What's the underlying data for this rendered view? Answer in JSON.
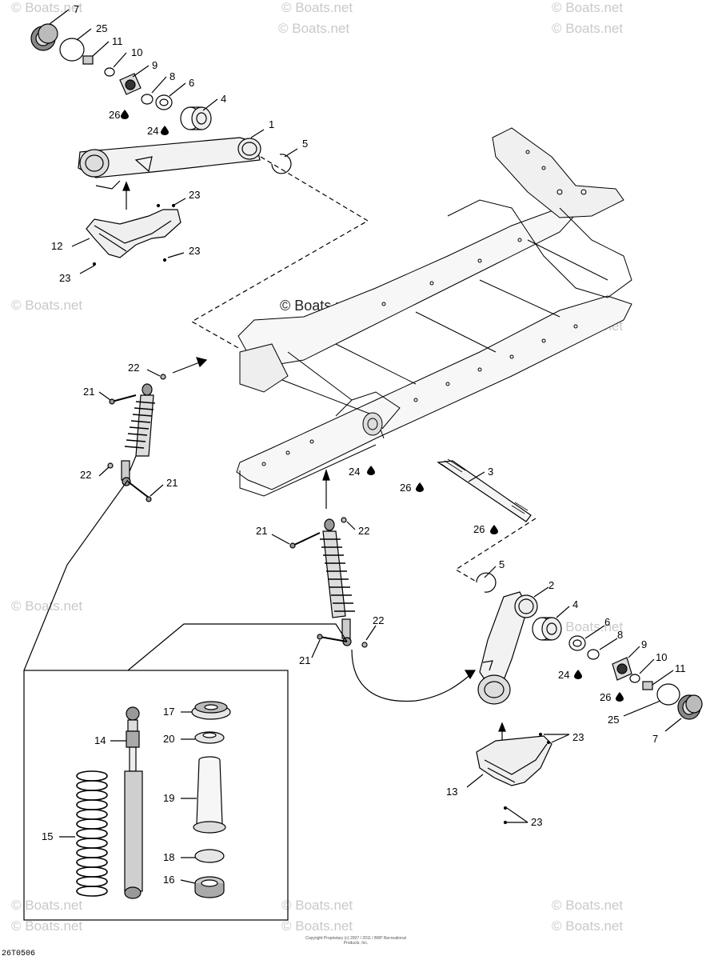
{
  "watermark": "© Boats.net",
  "drawing_code": "26T0506",
  "copyright": "Copyright\nProprietary (c) 2007 / 2011 / BRP Recreational Products, Inc.",
  "callouts": {
    "c7a": "7",
    "c25a": "25",
    "c11a": "11",
    "c10a": "10",
    "c9a": "9",
    "c8a": "8",
    "c6a": "6",
    "c4a": "4",
    "c26a": "26",
    "c24a": "24",
    "c1": "1",
    "c5a": "5",
    "c23a": "23",
    "c12": "12",
    "c23b": "23",
    "c23c": "23",
    "c22a": "22",
    "c21a": "21",
    "c22b": "22",
    "c21b": "21",
    "c24b": "24",
    "c3": "3",
    "c26b": "26",
    "c26c": "26",
    "c21c": "21",
    "c22c": "22",
    "c22d": "22",
    "c21d": "21",
    "c5b": "5",
    "c2": "2",
    "c4b": "4",
    "c6b": "6",
    "c8b": "8",
    "c9b": "9",
    "c10b": "10",
    "c11b": "11",
    "c24c": "24",
    "c26d": "26",
    "c25b": "25",
    "c7b": "7",
    "c23d": "23",
    "c13": "13",
    "c23e": "23",
    "c17": "17",
    "c14": "14",
    "c20": "20",
    "c19": "19",
    "c15": "15",
    "c18": "18",
    "c16": "16"
  }
}
